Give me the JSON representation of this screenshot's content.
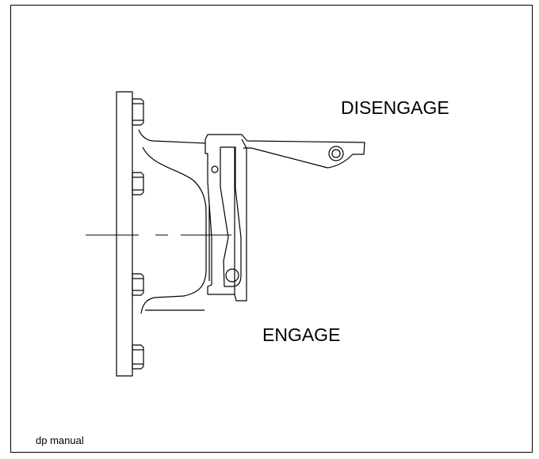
{
  "diagram": {
    "labels": {
      "disengage": "DISENGAGE",
      "engage": "ENGAGE"
    },
    "footer": "dp manual",
    "line_color": "#000000",
    "background_color": "#ffffff"
  }
}
